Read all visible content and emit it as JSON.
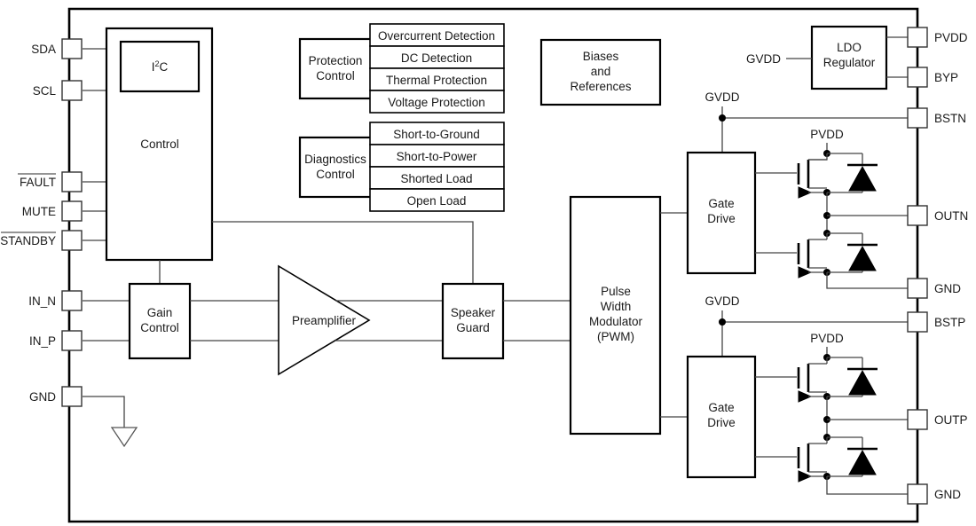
{
  "diagram": {
    "title": "Class-D Audio Amplifier Functional Block Diagram",
    "colors": {
      "line": "#1a1a1a",
      "thick_line": "#000000",
      "fill": "#ffffff",
      "text": "#1a1a1a",
      "diode_fill": "#000000"
    }
  },
  "pins": {
    "left": [
      {
        "name": "SDA",
        "overline": false
      },
      {
        "name": "SCL",
        "overline": false
      },
      {
        "name": "FAULT",
        "overline": true
      },
      {
        "name": "MUTE",
        "overline": false
      },
      {
        "name": "STANDBY",
        "overline": true
      },
      {
        "name": "IN_N",
        "overline": false
      },
      {
        "name": "IN_P",
        "overline": false
      },
      {
        "name": "GND",
        "overline": false
      }
    ],
    "right": [
      {
        "name": "PVDD",
        "overline": false
      },
      {
        "name": "BYP",
        "overline": false
      },
      {
        "name": "BSTN",
        "overline": false
      },
      {
        "name": "OUTN",
        "overline": false
      },
      {
        "name": "GND",
        "overline": false
      },
      {
        "name": "BSTP",
        "overline": false
      },
      {
        "name": "OUTP",
        "overline": false
      },
      {
        "name": "GND",
        "overline": false
      }
    ]
  },
  "blocks": {
    "control": {
      "label": "Control"
    },
    "i2c": {
      "label": "I²C",
      "label_base": "I",
      "label_sup": "2",
      "label_tail": "C"
    },
    "protection_control": {
      "label_line1": "Protection",
      "label_line2": "Control"
    },
    "protection_items": [
      "Overcurrent Detection",
      "DC Detection",
      "Thermal Protection",
      "Voltage Protection"
    ],
    "diagnostics_control": {
      "label_line1": "Diagnostics",
      "label_line2": "Control"
    },
    "diagnostics_items": [
      "Short-to-Ground",
      "Short-to-Power",
      "Shorted Load",
      "Open Load"
    ],
    "biases": {
      "line1": "Biases",
      "line2": "and",
      "line3": "References"
    },
    "ldo": {
      "line1": "LDO",
      "line2": "Regulator"
    },
    "gain_control": {
      "line1": "Gain",
      "line2": "Control"
    },
    "preamplifier": {
      "label": "Preamplifier"
    },
    "speaker_guard": {
      "line1": "Speaker",
      "line2": "Guard"
    },
    "pwm": {
      "line1": "Pulse",
      "line2": "Width",
      "line3": "Modulator",
      "line4": "(PWM)"
    },
    "gate_drive_top": {
      "line1": "Gate",
      "line2": "Drive"
    },
    "gate_drive_bottom": {
      "line1": "Gate",
      "line2": "Drive"
    }
  },
  "supply_labels": {
    "gvdd_ldo": "GVDD",
    "gvdd_top": "GVDD",
    "gvdd_bottom": "GVDD",
    "pvdd_top": "PVDD",
    "pvdd_bottom": "PVDD"
  }
}
